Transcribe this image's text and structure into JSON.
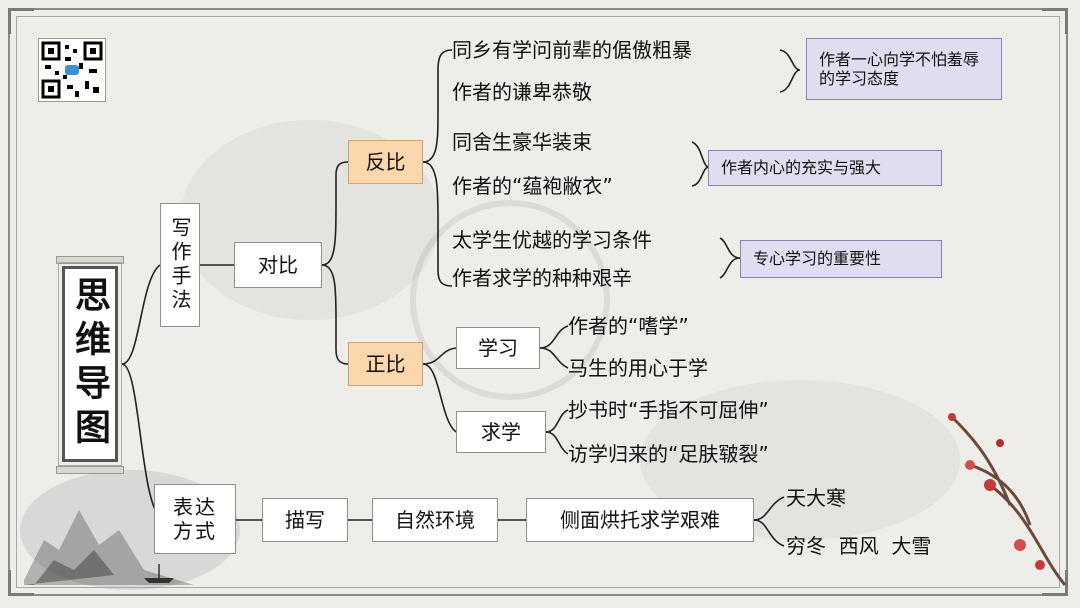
{
  "title": "思维导图",
  "writing": {
    "label": "写作手法",
    "contrast": "对比",
    "reverse": "反比",
    "positive": "正比",
    "study": "学习",
    "seek": "求学"
  },
  "expression": {
    "label": "表达方式",
    "describe": "描写",
    "nature": "自然环境",
    "side": "侧面烘托求学艰难"
  },
  "leaves": {
    "r1": "同乡有学问前辈的倨傲粗暴",
    "r2": "作者的谦卑恭敬",
    "r3": "同舍生豪华装束",
    "r4": "作者的“蕴袍敝衣”",
    "r5": "太学生优越的学习条件",
    "r6": "作者求学的种种艰辛",
    "p1": "作者的“嗜学”",
    "p2": "马生的用心于学",
    "p3": "抄书时“手指不可屈伸”",
    "p4": "访学归来的“足肤皲裂”",
    "e1": "天大寒",
    "e2": "穷冬  西风  大雪"
  },
  "notes": {
    "n1": "作者一心向学不怕羞辱的学习态度",
    "n2": "作者内心的充实与强大",
    "n3": "专心学习的重要性"
  }
}
